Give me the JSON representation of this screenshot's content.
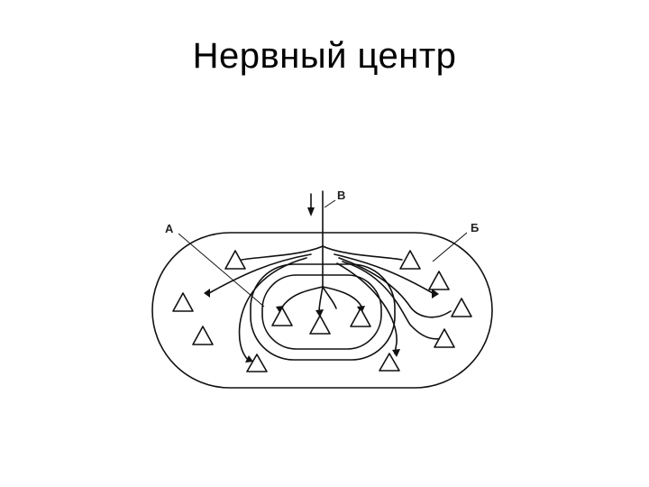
{
  "slide": {
    "title": "Нервный центр"
  },
  "diagram": {
    "label_a": "А",
    "label_b": "Б",
    "label_v": "В"
  }
}
